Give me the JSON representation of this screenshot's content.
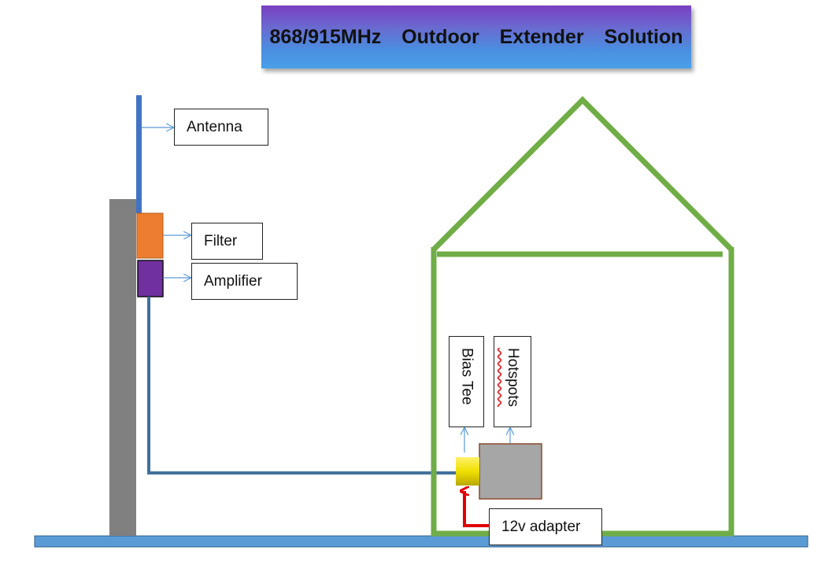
{
  "title": "868/915MHz  Outdoor  Extender  Solution",
  "labels": {
    "antenna": "Antenna",
    "filter": "Filter",
    "amplifier": "Amplifier",
    "bias_tee": "Bias Tee",
    "hotspots": "Hotspots",
    "adapter": "12v adapter"
  },
  "colors": {
    "antenna": "#4472c4",
    "pole": "#808080",
    "filter": "#ed7d31",
    "amplifier": "#7030a0",
    "cable": "#41719c",
    "house": "#70ad47",
    "ground": "#5b9bd5",
    "bias_tee": "#f0e000",
    "hotspot_box": "#a6a6a6",
    "power_line": "#e00000",
    "arrow": "#5b9bd5"
  },
  "icons": [
    "antenna",
    "filter",
    "amplifier",
    "bias-tee",
    "hotspot-device",
    "house",
    "pole",
    "ground"
  ]
}
